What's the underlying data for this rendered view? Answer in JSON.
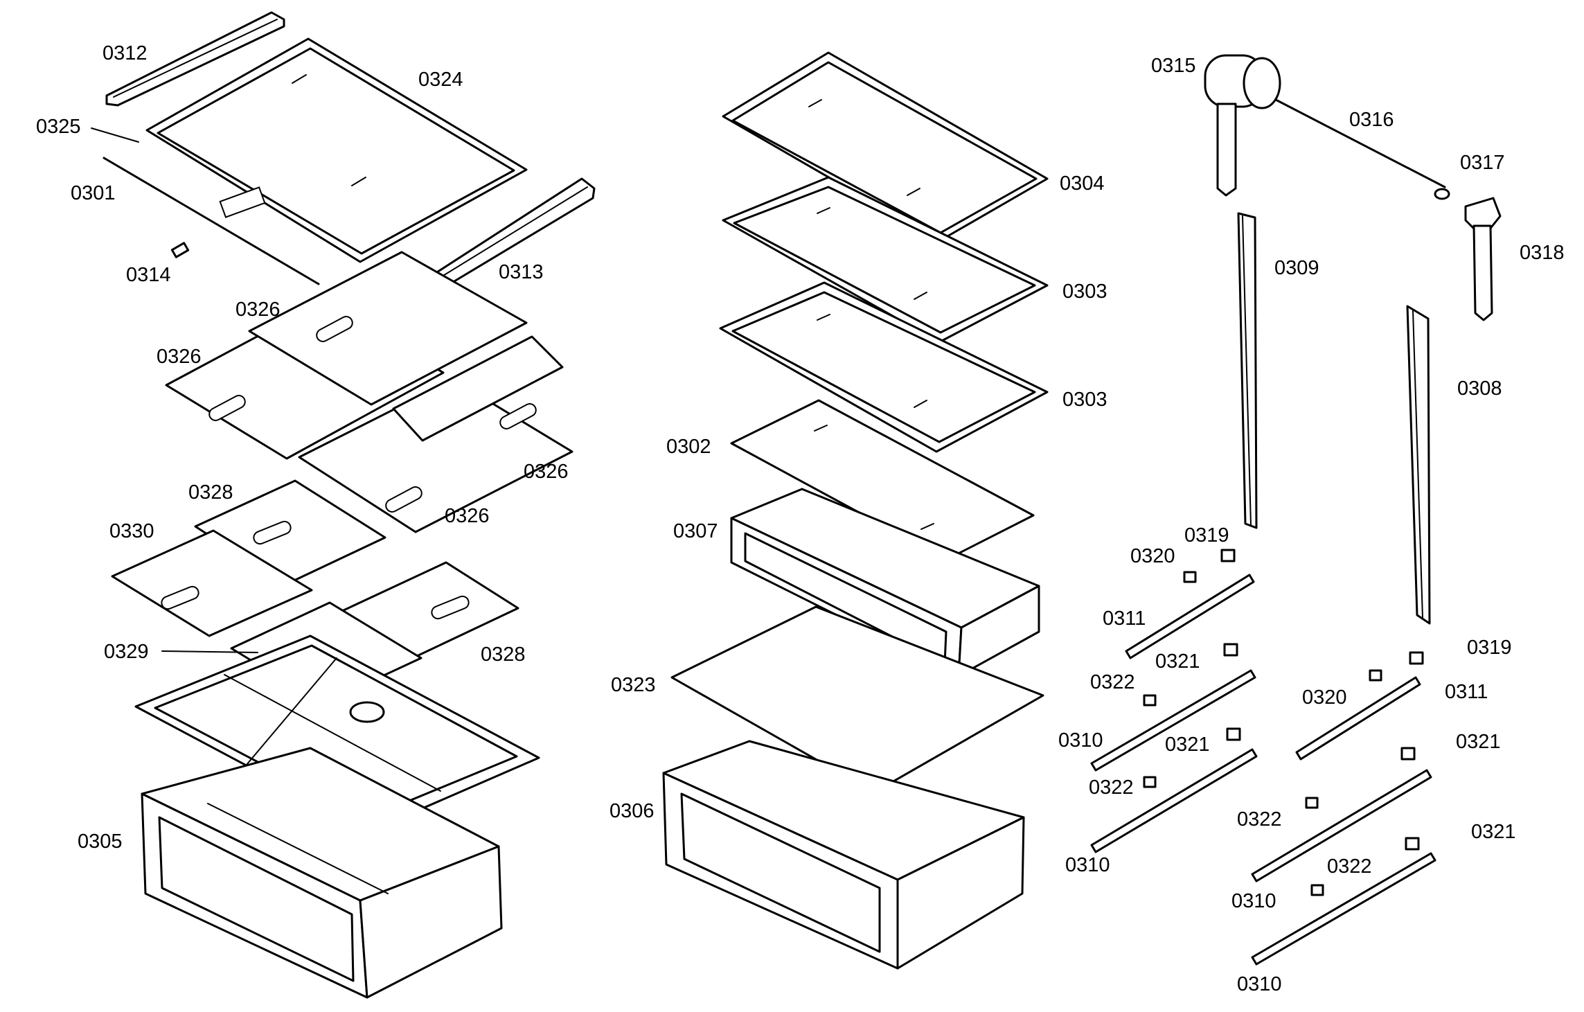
{
  "labels": [
    "0312",
    "0324",
    "0325",
    "0301",
    "0314",
    "0313",
    "0326",
    "0326",
    "0326",
    "0326",
    "0328",
    "0330",
    "0328",
    "0329",
    "0305",
    "0304",
    "0303",
    "0303",
    "0302",
    "0307",
    "0323",
    "0306",
    "0315",
    "0316",
    "0317",
    "0318",
    "0309",
    "0308",
    "0319",
    "0320",
    "0311",
    "0321",
    "0322",
    "0310",
    "0321",
    "0322",
    "0310",
    "0319",
    "0320",
    "0311",
    "0321",
    "0322",
    "0310",
    "0322",
    "0321",
    "0310"
  ]
}
